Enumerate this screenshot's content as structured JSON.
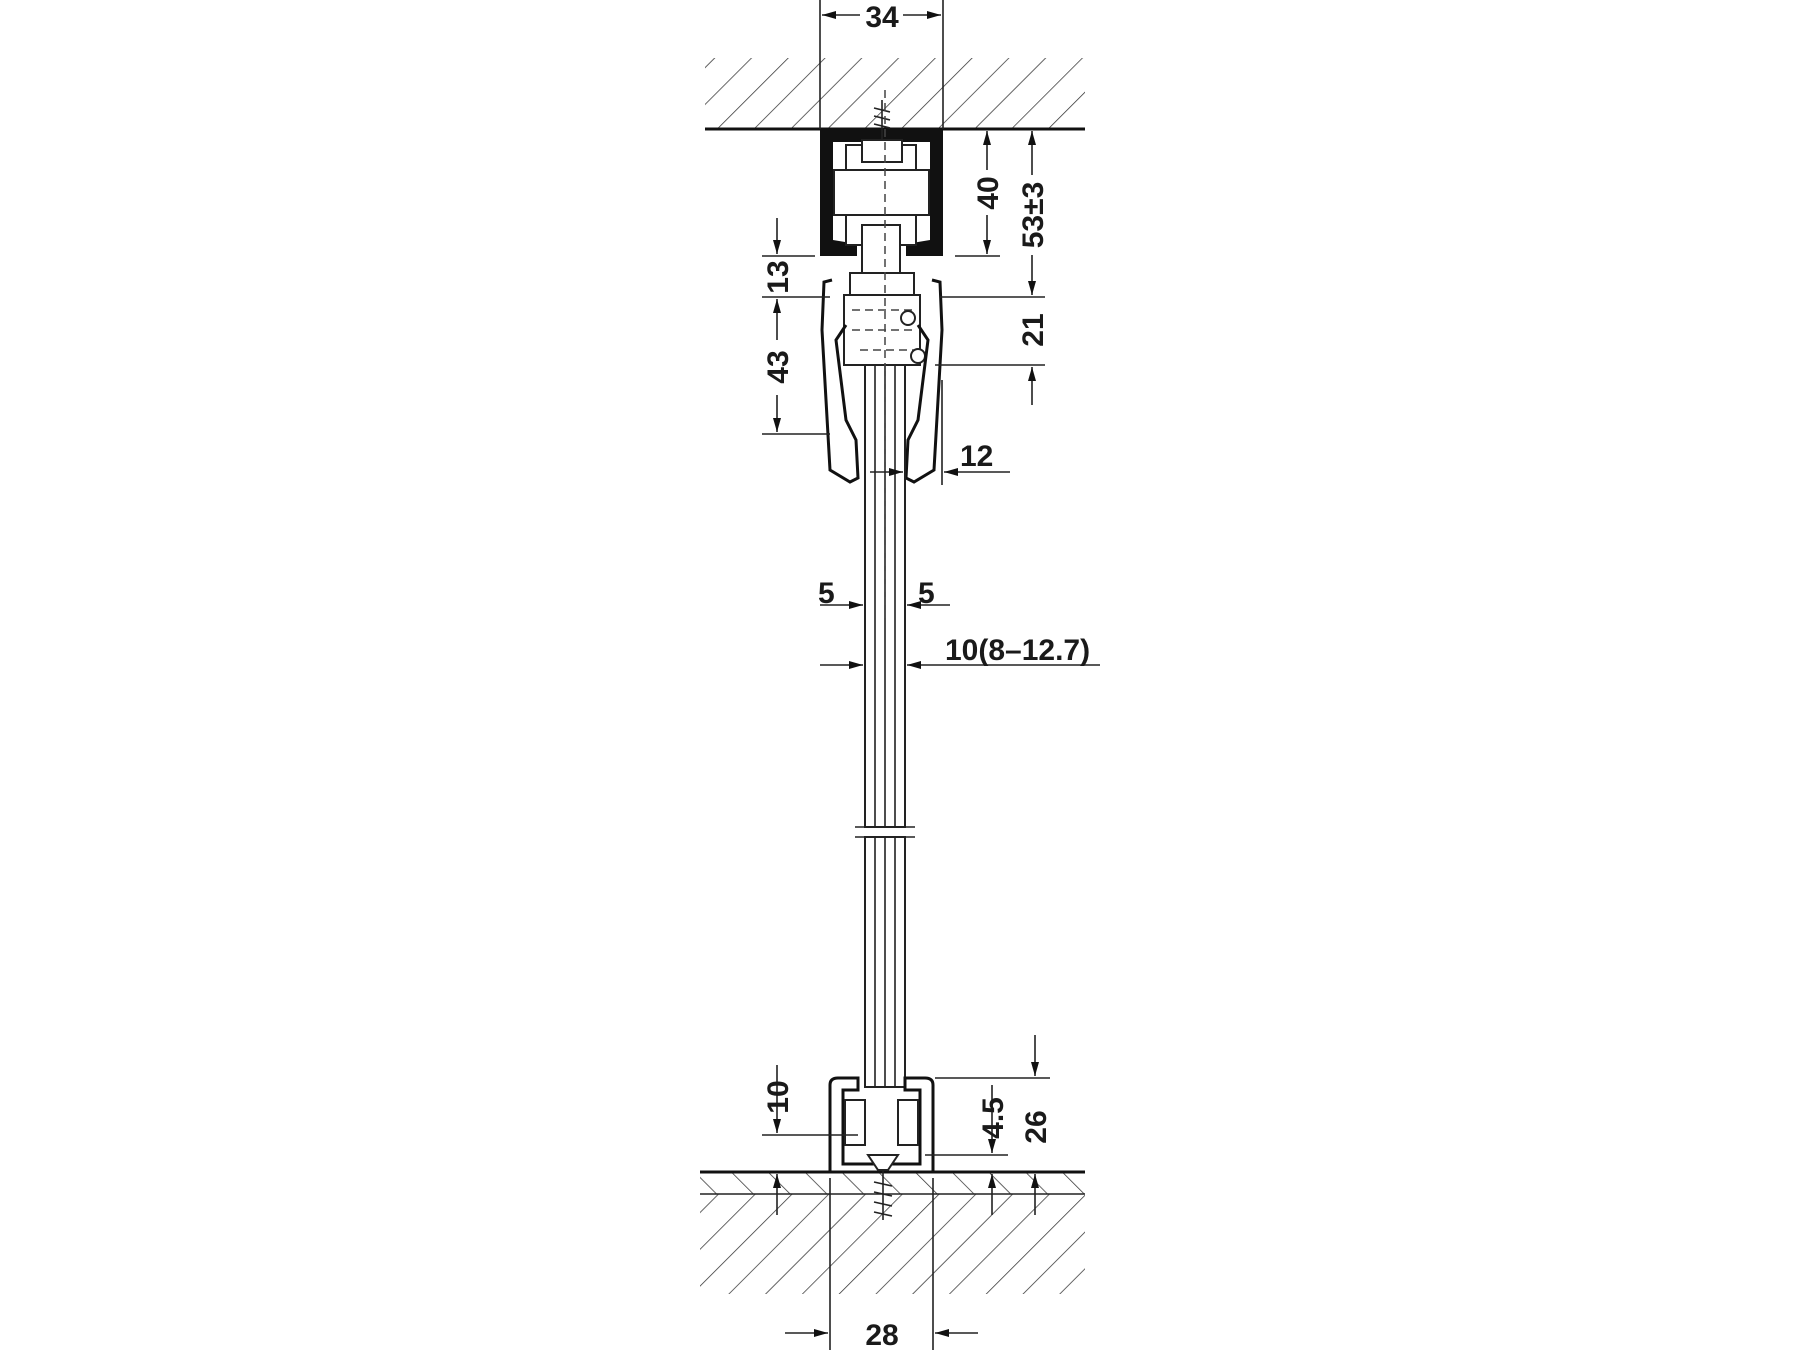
{
  "title": "Sliding door fitting cross-section",
  "dimensions": {
    "track_width": "34",
    "track_height": "40",
    "ceiling_to_glass_clamp": "53±3",
    "clamp_offset": "13",
    "clamp_height": "21",
    "cover_height": "43",
    "cover_offset": "12",
    "left_gap": "5",
    "right_gap": "5",
    "glass_thickness": "10(8–12.7)",
    "bottom_guide_overlap": "10",
    "bottom_clearance": "4.5",
    "bottom_guide_height": "26",
    "bottom_guide_width": "28"
  },
  "colors": {
    "line": "#222222",
    "background": "#ffffff"
  }
}
